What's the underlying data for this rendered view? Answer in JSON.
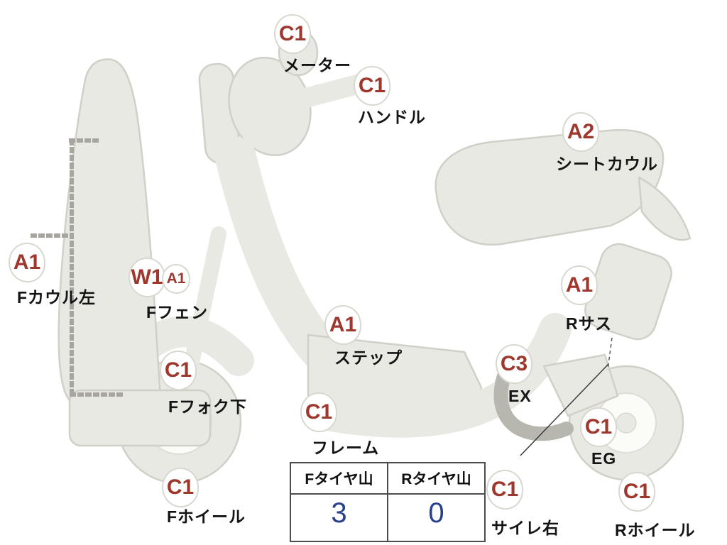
{
  "diagram": {
    "type": "scooter-condition-diagram"
  },
  "markers": [
    {
      "name": "meter",
      "code": "C1",
      "label": "メーター"
    },
    {
      "name": "handle",
      "code": "C1",
      "label": "ハンドル"
    },
    {
      "name": "seat-cowl",
      "code": "A2",
      "label": "シートカウル"
    },
    {
      "name": "f-cowl-left",
      "code": "A1",
      "label": "Fカウル左"
    },
    {
      "name": "f-fender",
      "code": "W1",
      "sub_code": "A1",
      "label": "Fフェン"
    },
    {
      "name": "step",
      "code": "A1",
      "label": "ステップ"
    },
    {
      "name": "f-fork-lower",
      "code": "C1",
      "label": "Fフォク下"
    },
    {
      "name": "frame",
      "code": "C1",
      "label": "フレーム"
    },
    {
      "name": "r-suspension",
      "code": "A1",
      "label": "Rサス"
    },
    {
      "name": "exhaust",
      "code": "C3",
      "label": "EX"
    },
    {
      "name": "engine",
      "code": "C1",
      "label": "EG"
    },
    {
      "name": "f-wheel",
      "code": "C1",
      "label": "Fホイール"
    },
    {
      "name": "silencer-right",
      "code": "C1",
      "label": "サイレ右"
    },
    {
      "name": "r-wheel",
      "code": "C1",
      "label": "Rホイール"
    }
  ],
  "tire_table": {
    "headers": [
      "Fタイヤ山",
      "Rタイヤ山"
    ],
    "values": [
      "3",
      "0"
    ]
  },
  "colors": {
    "marker_code": "#9e372c",
    "tire_value": "#28418c",
    "label_text": "#141414",
    "body_fill": "#e9e9e3",
    "body_stroke": "#d0d0c8",
    "exhaust_gray": "#b7b7af"
  }
}
